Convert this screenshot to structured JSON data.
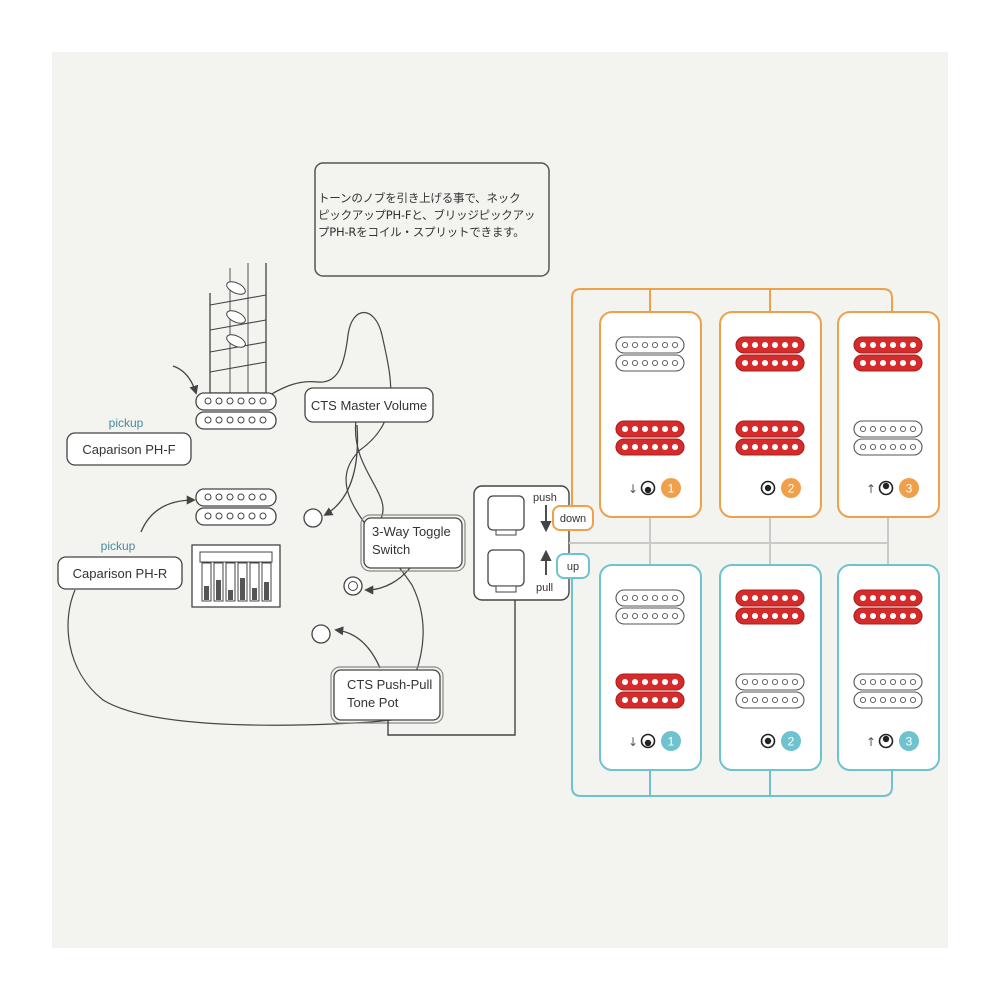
{
  "note": {
    "lines": [
      "トーンのノブを引き上げる事で、ネック",
      "ピックアップPH-Fと、ブリッジピックアッ",
      "プPH-Rをコイル・スプリットできます。"
    ]
  },
  "labels": {
    "pickup_front_caption": "pickup",
    "pickup_front_name": "Caparison PH-F",
    "pickup_rear_caption": "pickup",
    "pickup_rear_name": "Caparison PH-R",
    "master_volume": "CTS Master Volume",
    "toggle_line1": "3-Way Toggle",
    "toggle_line2": "Switch",
    "tone_line1": "CTS Push-Pull",
    "tone_line2": "Tone Pot",
    "push": "push",
    "pull": "pull",
    "down": "down",
    "up": "up"
  },
  "colors": {
    "background": "#f3f3ef",
    "orange": "#f0a04b",
    "teal": "#6ec3ce",
    "red": "#d62b2b",
    "line": "#444444",
    "grey_line": "#c9c9c9"
  },
  "positions": {
    "top": [
      {
        "number": "1",
        "neck": "white",
        "bridge": "red",
        "arrow": "↓"
      },
      {
        "number": "2",
        "neck": "red",
        "bridge": "red",
        "arrow": ""
      },
      {
        "number": "3",
        "neck": "red",
        "bridge": "white",
        "arrow": "↑"
      }
    ],
    "bottom": [
      {
        "number": "1",
        "neck": "white",
        "bridge": "red",
        "arrow": "↓"
      },
      {
        "number": "2",
        "neck": "red",
        "bridge": "white",
        "arrow": ""
      },
      {
        "number": "3",
        "neck": "red",
        "bridge": "white",
        "arrow": "↑"
      }
    ]
  }
}
